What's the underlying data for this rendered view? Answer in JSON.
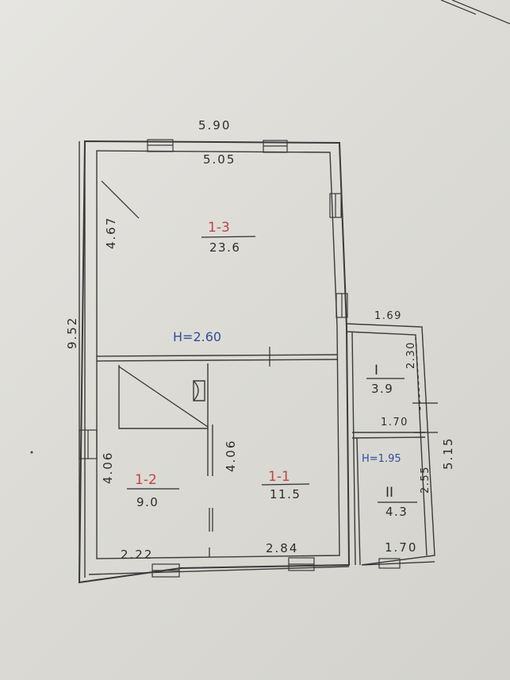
{
  "rooms": {
    "r13": {
      "number": "1-3",
      "area": "23.6"
    },
    "r12": {
      "number": "1-2",
      "area": "9.0"
    },
    "r11": {
      "number": "1-1",
      "area": "11.5"
    },
    "rI": {
      "number": "I",
      "area": "3.9"
    },
    "rII": {
      "number": "II",
      "area": "4.3"
    }
  },
  "dimensions": {
    "outer_top": "5.90",
    "inner_top": "5.05",
    "left_total": "9.52",
    "left_upper": "4.67",
    "left_lower": "4.06",
    "interior_vertical": "4.06",
    "bottom_left": "2.22",
    "bottom_mid": "2.84",
    "bottom_right": "1.70",
    "annex_top": "1.69",
    "annex_mid": "1.70",
    "annex_upper_side": "2.30",
    "annex_lower_side": "2.55",
    "annex_total_side": "5.15"
  },
  "heights": {
    "main": "H=2.60",
    "annex": "H=1.95"
  },
  "colors": {
    "room_number_red": "#c0463f",
    "height_blue": "#2f4f9a",
    "ink": "#2d2d2d"
  }
}
